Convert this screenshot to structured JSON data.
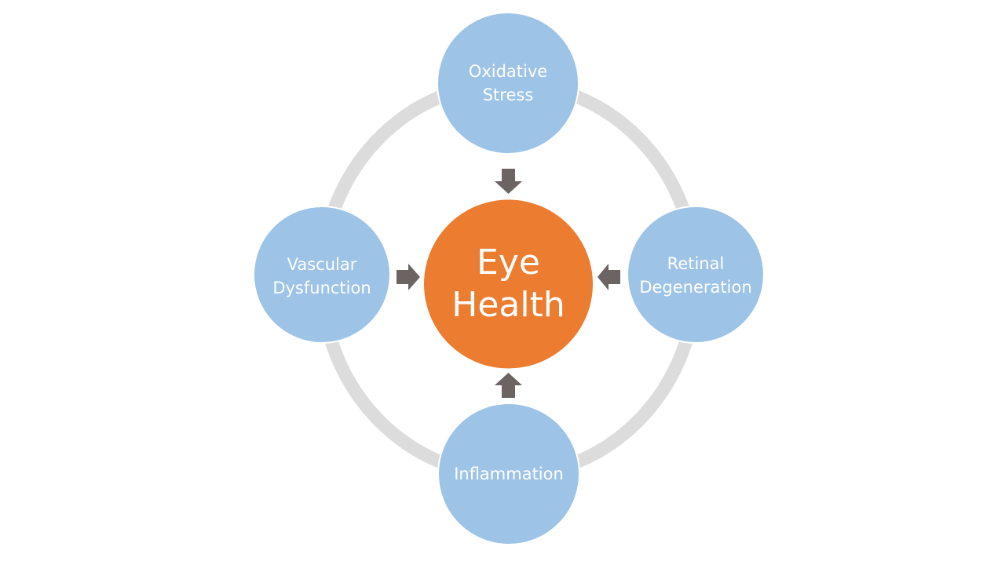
{
  "center": {
    "line1": "Eye",
    "line2": "Health"
  },
  "nodes": {
    "top": {
      "line1": "Oxidative",
      "line2": "Stress"
    },
    "left": {
      "line1": "Vascular",
      "line2": "Dysfunction"
    },
    "right": {
      "line1": "Retinal",
      "line2": "Degeneration"
    },
    "bottom": {
      "line1": "Inflammation"
    }
  },
  "colors": {
    "center": "#ec7c30",
    "node": "#9dc3e6",
    "ring": "#dddcdc",
    "arrow": "#6b6462"
  }
}
